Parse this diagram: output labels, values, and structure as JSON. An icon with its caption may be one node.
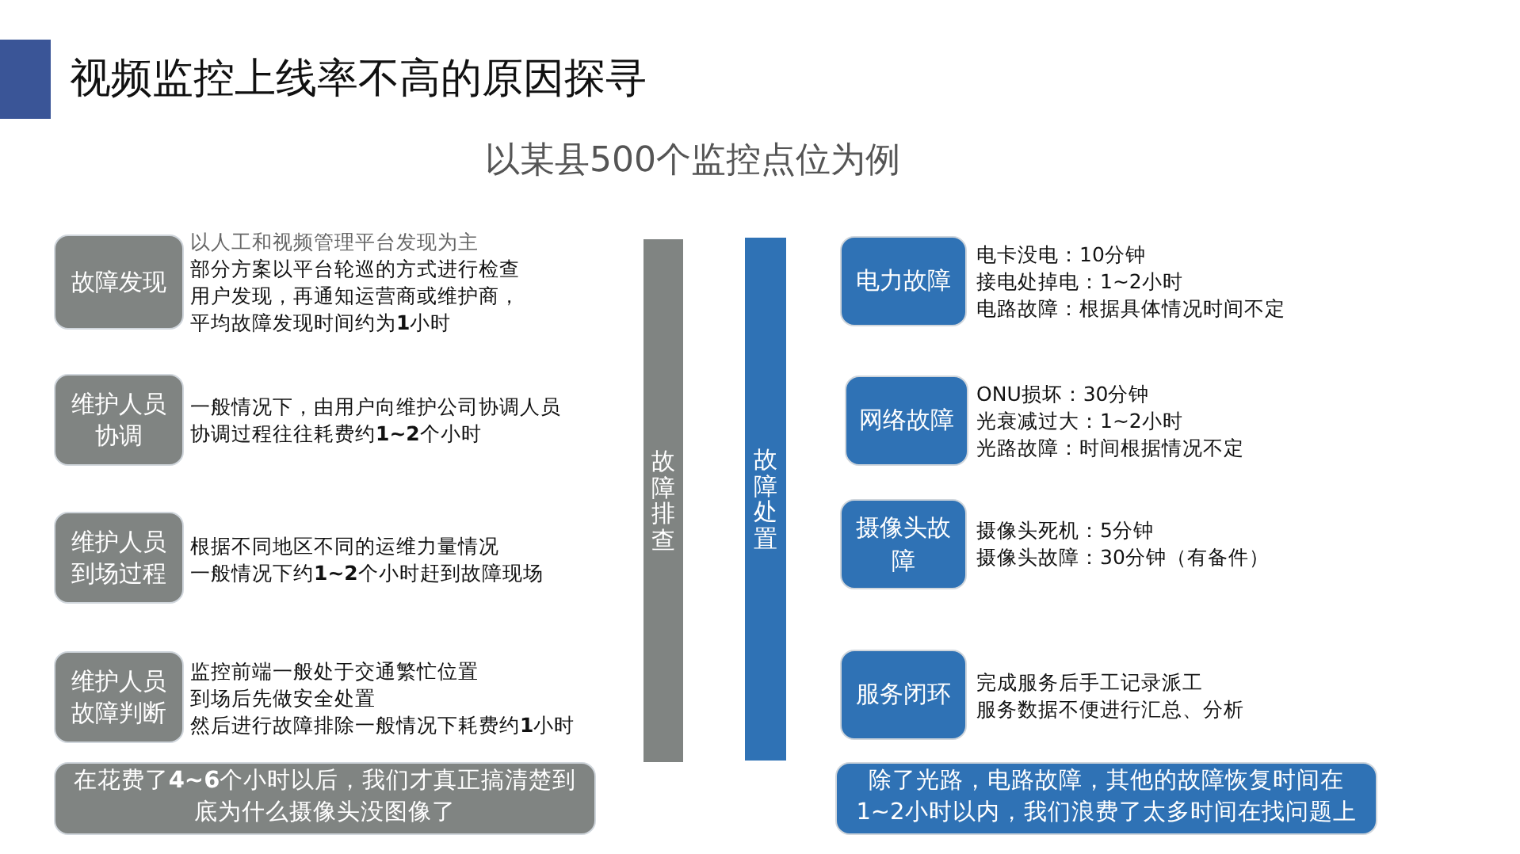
{
  "diagram": {
    "title": "视频监控上线率不高的原因探寻",
    "nodes": [
      {
        "text": [
          "故障发现"
        ],
        "beside": [
          "以人工和视频管理平台发现为主",
          "部分方案以平台轮巡的方式进行检查",
          "用户发现，再通知运营商或维护商，",
          "平均故障发现时间约为**1**小时"
        ]
      },
      {
        "text": [
          "维护人员协调"
        ],
        "beside": [
          "一般情况下，由用户向维护公司协调人员",
          "协调过程往往耗费约**1~2**个小时"
        ]
      },
      {
        "text": [
          "维护人员到场过程"
        ],
        "beside": [
          "根据不同地区不同的运维力量情况",
          "一般情况下约**1~2**个小时赶到故障现场"
        ]
      },
      {
        "text": [
          "维护人员故障判断"
        ],
        "beside": [
          "监控前端一般处于交通繁忙位置",
          "到场后先做安全处置",
          "然后进行故障排除一般情况下耗费约**1**小时"
        ]
      },
      {
        "text": [
          "在花费了**4~6**个小时以后，我们才真正搞清楚到底为什么摄像头没图像了"
        ]
      },
      {
        "text": [
          "故障排查"
        ]
      },
      {
        "text": [
          "故障处置"
        ]
      },
      {
        "text": [
          "电力故障"
        ],
        "beside": [
          "电卡没电：10分钟",
          "接电处掉电：1~2小时",
          "电路故障：根据具体情况时间不定"
        ]
      },
      {
        "text": [
          "网络故障"
        ],
        "beside": [
          "ONU损坏：30分钟",
          "光衰减过大：1~2小时",
          "光路故障：时间根据情况不定"
        ]
      },
      {
        "text": [
          "摄像头故障"
        ],
        "beside": [
          "摄像头死机：5分钟",
          "摄像头故障：30分钟（有备件）"
        ]
      },
      {
        "text": [
          "服务闭环"
        ],
        "beside": [
          "完成服务后手工记录派工",
          "服务数据不便进行汇总、分析"
        ]
      },
      {
        "text": [
          "除了光路，电路故障，其他的故障恢复时间在1~2小时以内，我们浪费了太多时间在找问题上"
        ]
      }
    ],
    "edges": [],
    "labels": [
      "以某县500个监控点位为例"
    ]
  }
}
